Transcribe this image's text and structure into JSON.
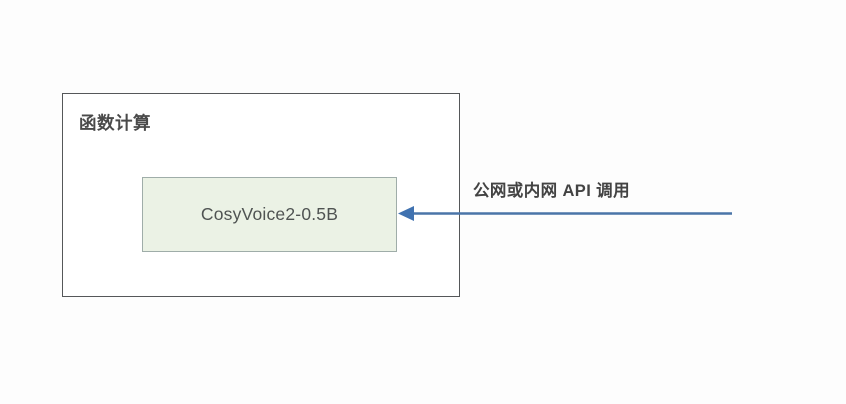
{
  "diagram": {
    "title": "函数计算",
    "background_color": "#fdfdfd",
    "container": {
      "label": "函数计算",
      "border_color": "#555759",
      "fill_color": "#ffffff"
    },
    "node": {
      "label": "CosyVoice2-0.5B",
      "fill_color": "#ebf2e5",
      "border_color": "#9fada9",
      "text_color": "#4f5352"
    },
    "connector": {
      "label": "公网或内网 API 调用",
      "color": "#4a75a8",
      "direction": "right-to-left",
      "arrowhead": "left-triangle",
      "label_color": "#434343"
    }
  }
}
